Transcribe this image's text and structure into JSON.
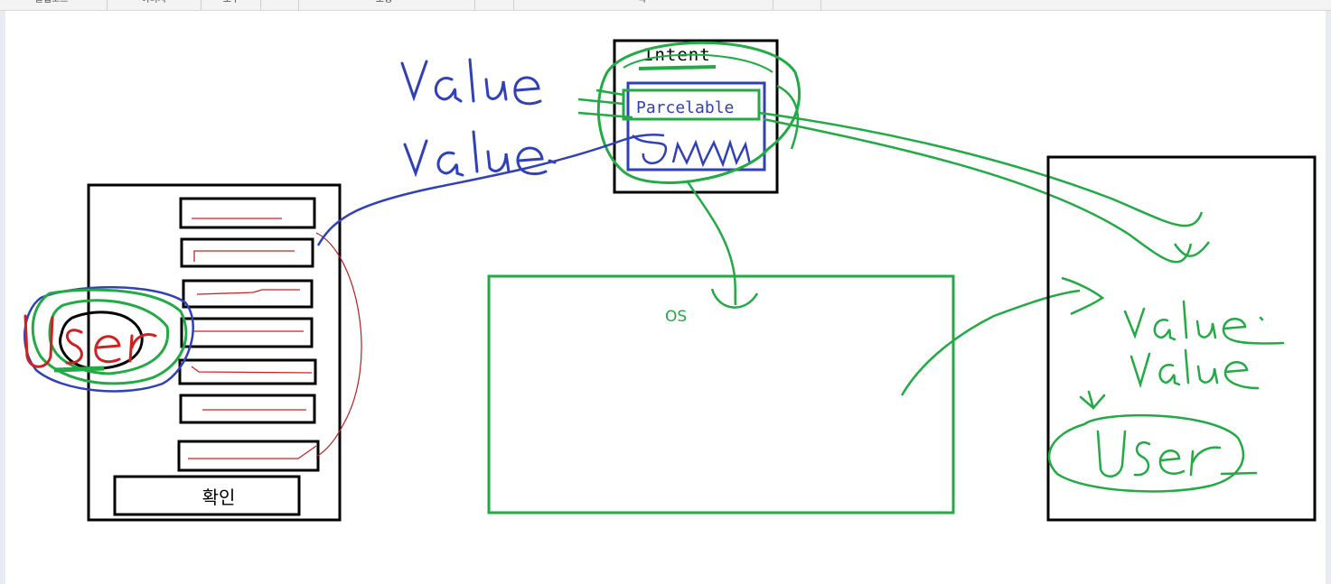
{
  "ribbon": {
    "groups": [
      "클립보드",
      "이미지",
      "도구",
      "도형",
      "색"
    ]
  },
  "canvas": {
    "intent_label": "Intent",
    "parcelable_label": "Parcelable",
    "os_label": "OS",
    "confirm_button": "확인"
  },
  "colors": {
    "black": "#000000",
    "green": "#22aa44",
    "blue": "#3040b8",
    "red": "#cc2222"
  }
}
